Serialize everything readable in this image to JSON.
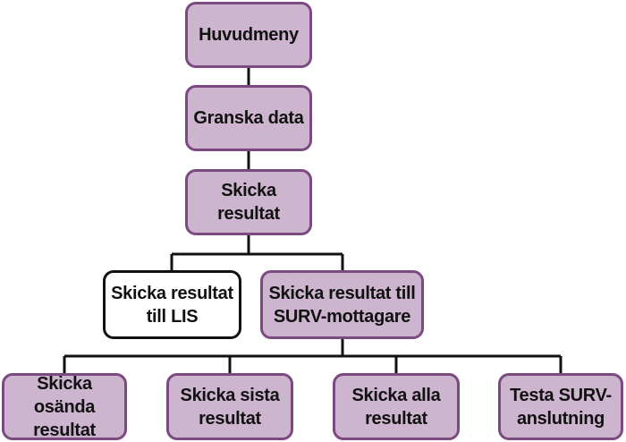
{
  "nodes": {
    "main_menu": "Huvudmeny",
    "review_data": "Granska data",
    "send_results": "Skicka resultat",
    "send_to_lis": "Skicka resultat\ntill LIS",
    "send_to_surv": "Skicka resultat till\nSURV-mottagare",
    "send_unsent": "Skicka osända\nresultat",
    "send_last": "Skicka sista\nresultat",
    "send_all": "Skicka alla\nresultat",
    "test_surv": "Testa SURV-\nanslutning"
  },
  "colors": {
    "node_fill": "#cdb4cf",
    "node_border": "#7a4a80",
    "highlight_fill": "#ffffff",
    "highlight_border": "#111111",
    "connector": "#111111"
  }
}
